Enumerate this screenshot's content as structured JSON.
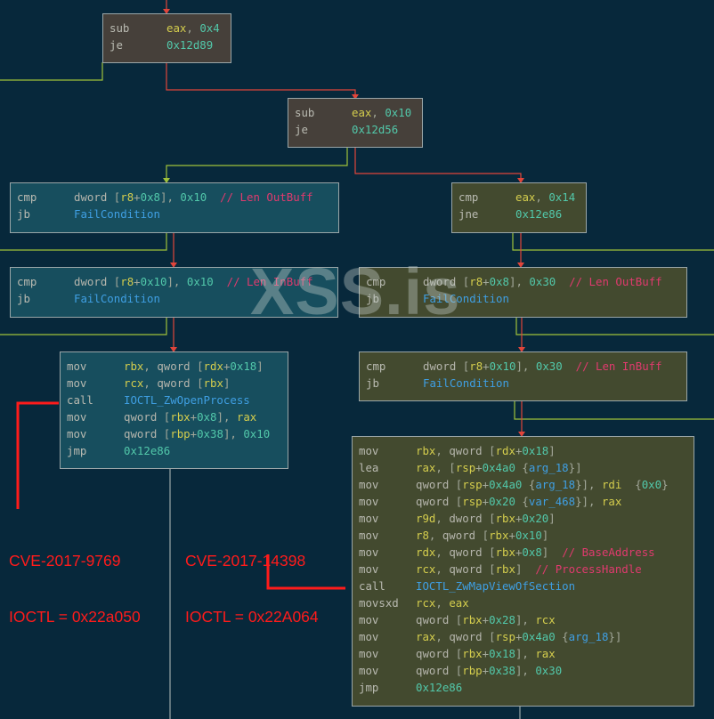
{
  "colors": {
    "background": "#07283b",
    "edge_true": "#9fc13b",
    "edge_false": "#e0453b",
    "edge_plain": "#9aa6a8",
    "annotation": "#ff1b1b"
  },
  "watermark": "XSS.is",
  "blocks": [
    {
      "id": "b1",
      "lines": [
        {
          "mn": "sub",
          "ops": [
            [
              "reg",
              "eax"
            ],
            [
              "punc",
              ", "
            ],
            [
              "num",
              "0x4"
            ]
          ]
        },
        {
          "mn": "je",
          "ops": [
            [
              "num",
              "0x12d89"
            ]
          ]
        }
      ]
    },
    {
      "id": "b2",
      "lines": [
        {
          "mn": "sub",
          "ops": [
            [
              "reg",
              "eax"
            ],
            [
              "punc",
              ", "
            ],
            [
              "num",
              "0x10"
            ]
          ]
        },
        {
          "mn": "je",
          "ops": [
            [
              "num",
              "0x12d56"
            ]
          ]
        }
      ]
    },
    {
      "id": "b3",
      "lines": [
        {
          "mn": "cmp",
          "ops": [
            [
              "kw",
              "dword "
            ],
            [
              "punc",
              "["
            ],
            [
              "reg",
              "r8"
            ],
            [
              "punc",
              "+"
            ],
            [
              "num",
              "0x8"
            ],
            [
              "punc",
              "], "
            ],
            [
              "num",
              "0x10"
            ],
            [
              "punc",
              "  "
            ],
            [
              "cmt",
              "// Len OutBuff"
            ]
          ]
        },
        {
          "mn": "jb",
          "ops": [
            [
              "fn",
              "FailCondition"
            ]
          ]
        }
      ]
    },
    {
      "id": "b4",
      "lines": [
        {
          "mn": "cmp",
          "ops": [
            [
              "reg",
              "eax"
            ],
            [
              "punc",
              ", "
            ],
            [
              "num",
              "0x14"
            ]
          ]
        },
        {
          "mn": "jne",
          "ops": [
            [
              "num",
              "0x12e86"
            ]
          ]
        }
      ]
    },
    {
      "id": "b5",
      "lines": [
        {
          "mn": "cmp",
          "ops": [
            [
              "kw",
              "dword "
            ],
            [
              "punc",
              "["
            ],
            [
              "reg",
              "r8"
            ],
            [
              "punc",
              "+"
            ],
            [
              "num",
              "0x10"
            ],
            [
              "punc",
              "], "
            ],
            [
              "num",
              "0x10"
            ],
            [
              "punc",
              "  "
            ],
            [
              "cmt",
              "// Len InBuff"
            ]
          ]
        },
        {
          "mn": "jb",
          "ops": [
            [
              "fn",
              "FailCondition"
            ]
          ]
        }
      ]
    },
    {
      "id": "b6",
      "lines": [
        {
          "mn": "cmp",
          "ops": [
            [
              "kw",
              "dword "
            ],
            [
              "punc",
              "["
            ],
            [
              "reg",
              "r8"
            ],
            [
              "punc",
              "+"
            ],
            [
              "num",
              "0x8"
            ],
            [
              "punc",
              "], "
            ],
            [
              "num",
              "0x30"
            ],
            [
              "punc",
              "  "
            ],
            [
              "cmt",
              "// Len OutBuff"
            ]
          ]
        },
        {
          "mn": "jb",
          "ops": [
            [
              "fn",
              "FailCondition"
            ]
          ]
        }
      ]
    },
    {
      "id": "b7",
      "lines": [
        {
          "mn": "mov",
          "ops": [
            [
              "reg",
              "rbx"
            ],
            [
              "punc",
              ", "
            ],
            [
              "kw",
              "qword "
            ],
            [
              "punc",
              "["
            ],
            [
              "reg",
              "rdx"
            ],
            [
              "punc",
              "+"
            ],
            [
              "num",
              "0x18"
            ],
            [
              "punc",
              "]"
            ]
          ]
        },
        {
          "mn": "mov",
          "ops": [
            [
              "reg",
              "rcx"
            ],
            [
              "punc",
              ", "
            ],
            [
              "kw",
              "qword "
            ],
            [
              "punc",
              "["
            ],
            [
              "reg",
              "rbx"
            ],
            [
              "punc",
              "]"
            ]
          ]
        },
        {
          "mn": "call",
          "ops": [
            [
              "fn",
              "IOCTL_ZwOpenProcess"
            ]
          ]
        },
        {
          "mn": "mov",
          "ops": [
            [
              "kw",
              "qword "
            ],
            [
              "punc",
              "["
            ],
            [
              "reg",
              "rbx"
            ],
            [
              "punc",
              "+"
            ],
            [
              "num",
              "0x8"
            ],
            [
              "punc",
              "], "
            ],
            [
              "reg",
              "rax"
            ]
          ]
        },
        {
          "mn": "mov",
          "ops": [
            [
              "kw",
              "qword "
            ],
            [
              "punc",
              "["
            ],
            [
              "reg",
              "rbp"
            ],
            [
              "punc",
              "+"
            ],
            [
              "num",
              "0x38"
            ],
            [
              "punc",
              "], "
            ],
            [
              "num",
              "0x10"
            ]
          ]
        },
        {
          "mn": "jmp",
          "ops": [
            [
              "num",
              "0x12e86"
            ]
          ]
        }
      ]
    },
    {
      "id": "b8",
      "lines": [
        {
          "mn": "cmp",
          "ops": [
            [
              "kw",
              "dword "
            ],
            [
              "punc",
              "["
            ],
            [
              "reg",
              "r8"
            ],
            [
              "punc",
              "+"
            ],
            [
              "num",
              "0x10"
            ],
            [
              "punc",
              "], "
            ],
            [
              "num",
              "0x30"
            ],
            [
              "punc",
              "  "
            ],
            [
              "cmt",
              "// Len InBuff"
            ]
          ]
        },
        {
          "mn": "jb",
          "ops": [
            [
              "fn",
              "FailCondition"
            ]
          ]
        }
      ]
    },
    {
      "id": "b9",
      "lines": [
        {
          "mn": "mov",
          "ops": [
            [
              "reg",
              "rbx"
            ],
            [
              "punc",
              ", "
            ],
            [
              "kw",
              "qword "
            ],
            [
              "punc",
              "["
            ],
            [
              "reg",
              "rdx"
            ],
            [
              "punc",
              "+"
            ],
            [
              "num",
              "0x18"
            ],
            [
              "punc",
              "]"
            ]
          ]
        },
        {
          "mn": "lea",
          "ops": [
            [
              "reg",
              "rax"
            ],
            [
              "punc",
              ", ["
            ],
            [
              "reg",
              "rsp"
            ],
            [
              "punc",
              "+"
            ],
            [
              "num",
              "0x4a0"
            ],
            [
              "punc",
              " {"
            ],
            [
              "var",
              "arg_18"
            ],
            [
              "punc",
              "}]"
            ]
          ]
        },
        {
          "mn": "mov",
          "ops": [
            [
              "kw",
              "qword "
            ],
            [
              "punc",
              "["
            ],
            [
              "reg",
              "rsp"
            ],
            [
              "punc",
              "+"
            ],
            [
              "num",
              "0x4a0"
            ],
            [
              "punc",
              " {"
            ],
            [
              "var",
              "arg_18"
            ],
            [
              "punc",
              "}], "
            ],
            [
              "reg",
              "rdi"
            ],
            [
              "punc",
              "  {"
            ],
            [
              "num",
              "0x0"
            ],
            [
              "punc",
              "}"
            ]
          ]
        },
        {
          "mn": "mov",
          "ops": [
            [
              "kw",
              "qword "
            ],
            [
              "punc",
              "["
            ],
            [
              "reg",
              "rsp"
            ],
            [
              "punc",
              "+"
            ],
            [
              "num",
              "0x20"
            ],
            [
              "punc",
              " {"
            ],
            [
              "var",
              "var_468"
            ],
            [
              "punc",
              "}], "
            ],
            [
              "reg",
              "rax"
            ]
          ]
        },
        {
          "mn": "mov",
          "ops": [
            [
              "reg",
              "r9d"
            ],
            [
              "punc",
              ", "
            ],
            [
              "kw",
              "dword "
            ],
            [
              "punc",
              "["
            ],
            [
              "reg",
              "rbx"
            ],
            [
              "punc",
              "+"
            ],
            [
              "num",
              "0x20"
            ],
            [
              "punc",
              "]"
            ]
          ]
        },
        {
          "mn": "mov",
          "ops": [
            [
              "reg",
              "r8"
            ],
            [
              "punc",
              ", "
            ],
            [
              "kw",
              "qword "
            ],
            [
              "punc",
              "["
            ],
            [
              "reg",
              "rbx"
            ],
            [
              "punc",
              "+"
            ],
            [
              "num",
              "0x10"
            ],
            [
              "punc",
              "]"
            ]
          ]
        },
        {
          "mn": "mov",
          "ops": [
            [
              "reg",
              "rdx"
            ],
            [
              "punc",
              ", "
            ],
            [
              "kw",
              "qword "
            ],
            [
              "punc",
              "["
            ],
            [
              "reg",
              "rbx"
            ],
            [
              "punc",
              "+"
            ],
            [
              "num",
              "0x8"
            ],
            [
              "punc",
              "]  "
            ],
            [
              "cmt",
              "// BaseAddress"
            ]
          ]
        },
        {
          "mn": "mov",
          "ops": [
            [
              "reg",
              "rcx"
            ],
            [
              "punc",
              ", "
            ],
            [
              "kw",
              "qword "
            ],
            [
              "punc",
              "["
            ],
            [
              "reg",
              "rbx"
            ],
            [
              "punc",
              "]  "
            ],
            [
              "cmt",
              "// ProcessHandle"
            ]
          ]
        },
        {
          "mn": "call",
          "ops": [
            [
              "fn",
              "IOCTL_ZwMapViewOfSection"
            ]
          ]
        },
        {
          "mn": "movsxd",
          "ops": [
            [
              "reg",
              "rcx"
            ],
            [
              "punc",
              ", "
            ],
            [
              "reg",
              "eax"
            ]
          ]
        },
        {
          "mn": "mov",
          "ops": [
            [
              "kw",
              "qword "
            ],
            [
              "punc",
              "["
            ],
            [
              "reg",
              "rbx"
            ],
            [
              "punc",
              "+"
            ],
            [
              "num",
              "0x28"
            ],
            [
              "punc",
              "], "
            ],
            [
              "reg",
              "rcx"
            ]
          ]
        },
        {
          "mn": "mov",
          "ops": [
            [
              "reg",
              "rax"
            ],
            [
              "punc",
              ", "
            ],
            [
              "kw",
              "qword "
            ],
            [
              "punc",
              "["
            ],
            [
              "reg",
              "rsp"
            ],
            [
              "punc",
              "+"
            ],
            [
              "num",
              "0x4a0"
            ],
            [
              "punc",
              " {"
            ],
            [
              "var",
              "arg_18"
            ],
            [
              "punc",
              "}]"
            ]
          ]
        },
        {
          "mn": "mov",
          "ops": [
            [
              "kw",
              "qword "
            ],
            [
              "punc",
              "["
            ],
            [
              "reg",
              "rbx"
            ],
            [
              "punc",
              "+"
            ],
            [
              "num",
              "0x18"
            ],
            [
              "punc",
              "], "
            ],
            [
              "reg",
              "rax"
            ]
          ]
        },
        {
          "mn": "mov",
          "ops": [
            [
              "kw",
              "qword "
            ],
            [
              "punc",
              "["
            ],
            [
              "reg",
              "rbp"
            ],
            [
              "punc",
              "+"
            ],
            [
              "num",
              "0x38"
            ],
            [
              "punc",
              "], "
            ],
            [
              "num",
              "0x30"
            ]
          ]
        },
        {
          "mn": "jmp",
          "ops": [
            [
              "num",
              "0x12e86"
            ]
          ]
        }
      ]
    }
  ],
  "annotations": [
    {
      "id": "a1",
      "lines": [
        "CVE-2017-9769",
        "IOCTL = 0x22a050"
      ]
    },
    {
      "id": "a2",
      "lines": [
        "CVE-2017-14398",
        "IOCTL = 0x22A064"
      ]
    }
  ]
}
